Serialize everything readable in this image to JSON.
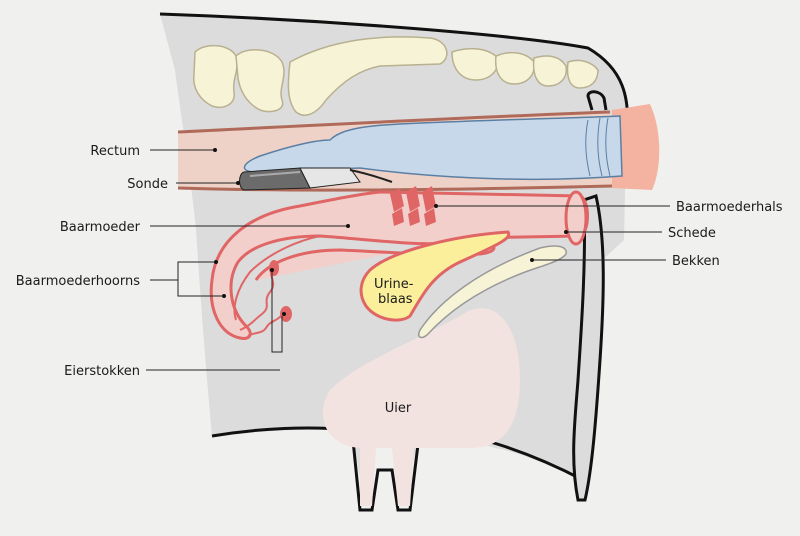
{
  "labels": {
    "rectum": "Rectum",
    "sonde": "Sonde",
    "baarmoeder": "Baarmoeder",
    "baarmoederhoorns": "Baarmoederhoorns",
    "eierstokken": "Eierstokken",
    "baarmoederhals": "Baarmoederhals",
    "schede": "Schede",
    "bekken": "Bekken",
    "urineblaas_line1": "Urine-",
    "urineblaas_line2": "blaas",
    "uier": "Uier"
  },
  "colors": {
    "background": "#f0f0ee",
    "body": "#dcdcdc",
    "outline": "#111111",
    "bone": "#f7f3d6",
    "rectum": "#eed2c7",
    "rectum_edge": "#b06a5a",
    "uterus_fill": "#f3cfcb",
    "uterus_edge": "#e06666",
    "glove": "#c6d8ea",
    "glove_edge": "#5b7fa3",
    "skin": "#f4b3a0",
    "bladder": "#fbef9c",
    "udder": "#f2e2e0"
  }
}
